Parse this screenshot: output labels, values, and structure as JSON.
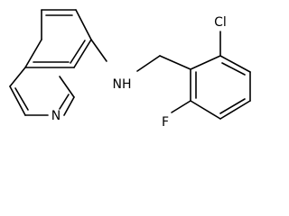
{
  "molecule": {
    "atoms": {
      "n_ring": "N",
      "nh": "NH",
      "cl": "Cl",
      "f": "F"
    }
  }
}
